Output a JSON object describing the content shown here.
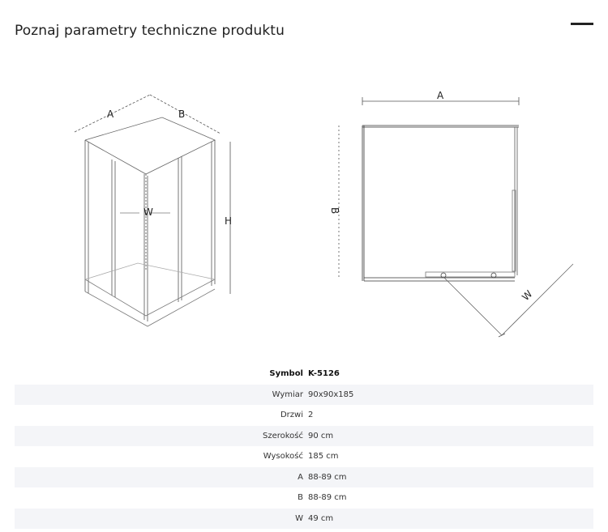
{
  "page": {
    "title": "Poznaj parametry techniczne produktu"
  },
  "drawing": {
    "iso_labels": {
      "a": "A",
      "b": "B",
      "w": "W",
      "h": "H"
    },
    "plan_labels": {
      "a": "A",
      "b": "B",
      "w": "W"
    }
  },
  "specs": {
    "header": {
      "key": "Symbol",
      "value": "K-5126"
    },
    "rows": [
      {
        "key": "Wymiar",
        "value": "90x90x185"
      },
      {
        "key": "Drzwi",
        "value": "2"
      },
      {
        "key": "Szerokość",
        "value": "90 cm"
      },
      {
        "key": "Wysokość",
        "value": "185 cm"
      },
      {
        "key": "A",
        "value": "88-89 cm"
      },
      {
        "key": "B",
        "value": "88-89 cm"
      },
      {
        "key": "W",
        "value": "49 cm"
      }
    ]
  }
}
